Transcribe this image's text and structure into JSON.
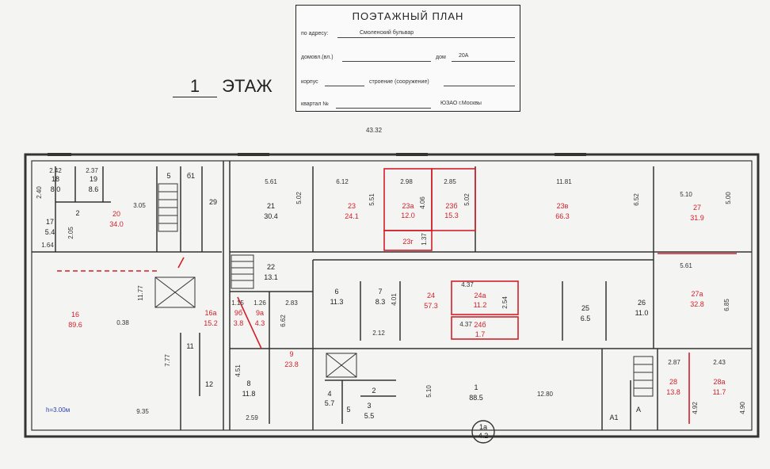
{
  "stamp": {
    "title": "ПОЭТАЖНЫЙ ПЛАН",
    "address_label": "по адресу:",
    "address_value": "Смоленский бульвар",
    "house_label": "домовл.(вл.)",
    "house_no_label": "дом",
    "house_no": "20А",
    "building_label": "корпус",
    "structure_label": "строение (сооружение)",
    "quarter_label": "квартал №",
    "district": "ЮЗАО г.Москвы"
  },
  "floor": {
    "number": "1",
    "label": "ЭТАЖ"
  },
  "overall_dimension": "43.32",
  "height_note": "h=3.00м",
  "rooms": [
    {
      "id": "r2a",
      "no": "2",
      "area": "",
      "red": false
    },
    {
      "id": "r17",
      "no": "17",
      "area": "5.4",
      "red": false
    },
    {
      "id": "r18",
      "no": "18",
      "area": "8.0",
      "red": false
    },
    {
      "id": "r19",
      "no": "19",
      "area": "8.6",
      "red": false
    },
    {
      "id": "r20",
      "no": "20",
      "area": "34.0",
      "red": true
    },
    {
      "id": "r5",
      "no": "5",
      "area": "",
      "red": false
    },
    {
      "id": "r6b",
      "no": "б1",
      "area": "",
      "red": false
    },
    {
      "id": "r29",
      "no": "29",
      "area": "",
      "red": false
    },
    {
      "id": "r21",
      "no": "21",
      "area": "30.4",
      "red": false
    },
    {
      "id": "r23",
      "no": "23",
      "area": "24.1",
      "red": true
    },
    {
      "id": "r23a",
      "no": "23а",
      "area": "12.0",
      "red": true
    },
    {
      "id": "r23b",
      "no": "23б",
      "area": "15.3",
      "red": true
    },
    {
      "id": "r23v",
      "no": "23в",
      "area": "66.3",
      "red": true
    },
    {
      "id": "r23g",
      "no": "23г",
      "area": "",
      "red": true
    },
    {
      "id": "r27",
      "no": "27",
      "area": "31.9",
      "red": true
    },
    {
      "id": "r22",
      "no": "22",
      "area": "13.1",
      "red": false
    },
    {
      "id": "r16",
      "no": "16",
      "area": "89.6",
      "red": true
    },
    {
      "id": "r16a",
      "no": "16а",
      "area": "15.2",
      "red": true
    },
    {
      "id": "r9b",
      "no": "9б",
      "area": "3.8",
      "red": true
    },
    {
      "id": "r9a",
      "no": "9а",
      "area": "4.3",
      "red": true
    },
    {
      "id": "r9",
      "no": "9",
      "area": "23.8",
      "red": true
    },
    {
      "id": "r8",
      "no": "8",
      "area": "11.8",
      "red": false
    },
    {
      "id": "r11",
      "no": "11",
      "area": "",
      "red": false
    },
    {
      "id": "r12",
      "no": "12",
      "area": "",
      "red": false
    },
    {
      "id": "r6",
      "no": "6",
      "area": "11.3",
      "red": false
    },
    {
      "id": "r7",
      "no": "7",
      "area": "8.3",
      "red": false
    },
    {
      "id": "r24",
      "no": "24",
      "area": "57.3",
      "red": true
    },
    {
      "id": "r24a",
      "no": "24а",
      "area": "11.2",
      "red": true
    },
    {
      "id": "r24b",
      "no": "24б",
      "area": "1.7",
      "red": true
    },
    {
      "id": "r25",
      "no": "25",
      "area": "6.5",
      "red": false
    },
    {
      "id": "r26",
      "no": "26",
      "area": "11.0",
      "red": false
    },
    {
      "id": "r27a",
      "no": "27а",
      "area": "32.8",
      "red": true
    },
    {
      "id": "r28",
      "no": "28",
      "area": "13.8",
      "red": true
    },
    {
      "id": "r28a",
      "no": "28а",
      "area": "11.7",
      "red": true
    },
    {
      "id": "r1",
      "no": "1",
      "area": "88.5",
      "red": false
    },
    {
      "id": "r3",
      "no": "3",
      "area": "5.5",
      "red": false
    },
    {
      "id": "r4",
      "no": "4",
      "area": "5.7",
      "red": false
    },
    {
      "id": "r2",
      "no": "2",
      "area": "",
      "red": false
    },
    {
      "id": "rA1",
      "no": "А1",
      "area": "",
      "red": false
    },
    {
      "id": "rA",
      "no": "А",
      "area": "",
      "red": false
    },
    {
      "id": "r5b",
      "no": "5",
      "area": "",
      "red": false
    },
    {
      "id": "r1a",
      "no": "1а",
      "area": "4.2",
      "red": false
    }
  ],
  "dims": [
    "2.42",
    "2.37",
    "2.40",
    "2.05",
    "1.64",
    "3.05",
    "5.61",
    "5.02",
    "6.12",
    "5.51",
    "2.98",
    "4.06",
    "2.85",
    "5.02",
    "11.81",
    "6.52",
    "5.10",
    "5.00",
    "1.37",
    "5.61",
    "6.85",
    "11.77",
    "0.38",
    "1.15",
    "1.26",
    "2.83",
    "4.01",
    "2.12",
    "4.37",
    "4.37",
    "2.54",
    "6.62",
    "7.77",
    "4.51",
    "2.59",
    "5.10",
    "12.80",
    "2.87",
    "2.43",
    "4.92",
    "4.90",
    "9.35"
  ]
}
